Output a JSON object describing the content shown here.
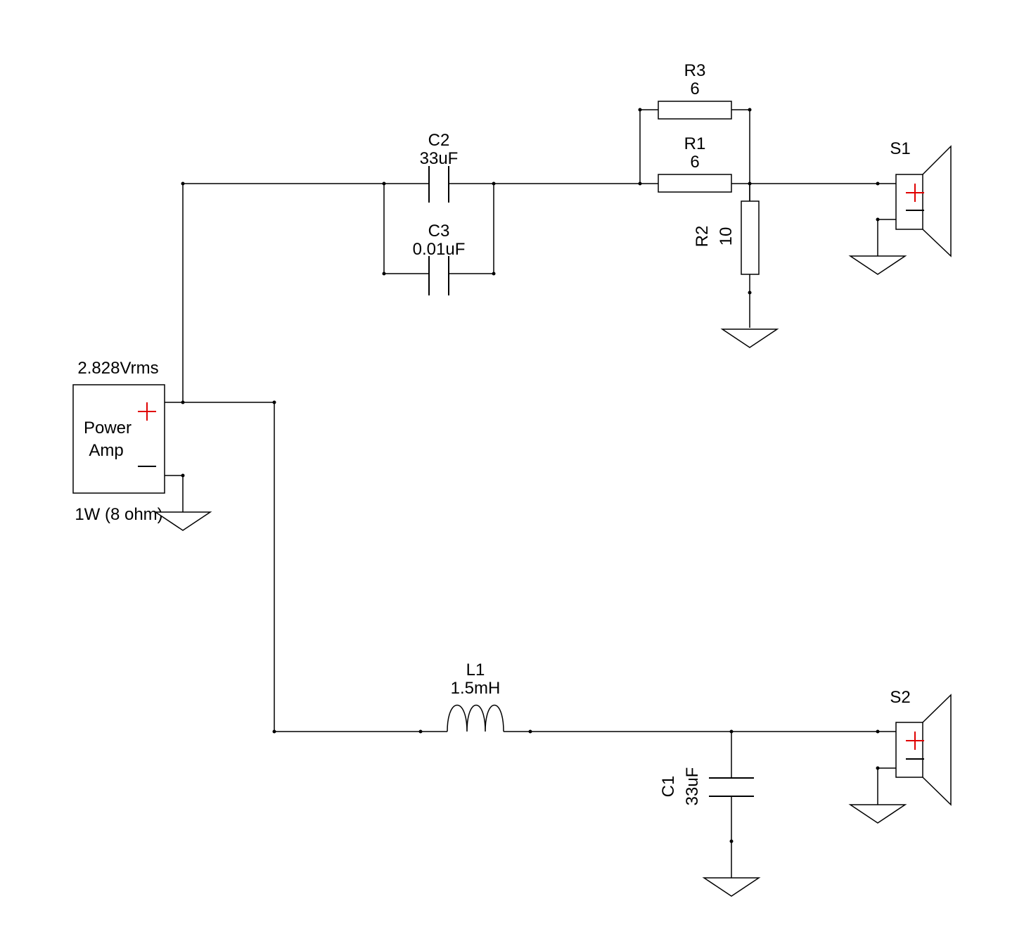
{
  "schematic": {
    "source": {
      "name": "Power",
      "name2": "Amp",
      "top_label": "2.828Vrms",
      "bottom_label": "1W (8 ohm)"
    },
    "components": {
      "c2": {
        "ref": "C2",
        "value": "33uF"
      },
      "c3": {
        "ref": "C3",
        "value": "0.01uF"
      },
      "r3": {
        "ref": "R3",
        "value": "6"
      },
      "r1": {
        "ref": "R1",
        "value": "6"
      },
      "r2": {
        "ref": "R2",
        "value": "10"
      },
      "l1": {
        "ref": "L1",
        "value": "1.5mH"
      },
      "c1": {
        "ref": "C1",
        "value": "33uF"
      }
    },
    "speakers": {
      "s1": {
        "ref": "S1"
      },
      "s2": {
        "ref": "S2"
      }
    },
    "colors": {
      "wire": "#000000",
      "polarity_plus": "#e00000",
      "background": "#ffffff"
    }
  }
}
